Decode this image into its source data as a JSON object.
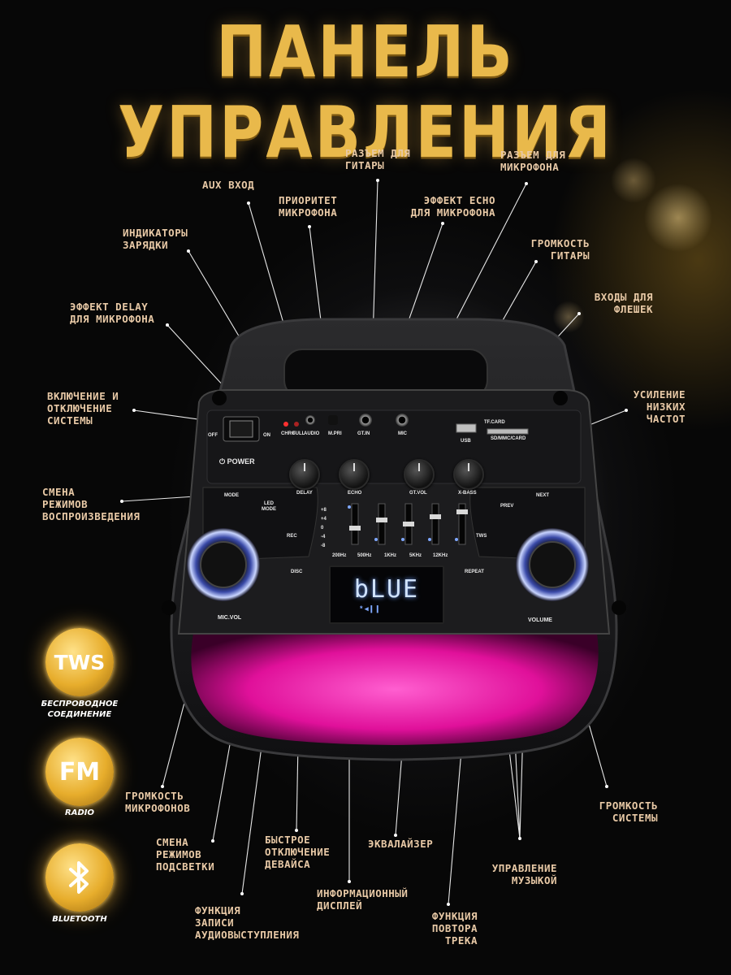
{
  "title": "ПАНЕЛЬ УПРАВЛЕНИЯ",
  "labels": {
    "guitar_jack": "РАЗЪЕМ ДЛЯ\nГИТАРЫ",
    "mic_jack": "РАЗЪЕМ ДЛЯ\nМИКРОФОНА",
    "aux_in": "AUX ВХОД",
    "mic_priority": "ПРИОРИТЕТ\nМИКРОФОНА",
    "echo_effect": "ЭФФЕКТ ECHO\nДЛЯ МИКРОФОНА",
    "charge_indicators": "ИНДИКАТОРЫ\nЗАРЯДКИ",
    "guitar_volume": "ГРОМКОСТЬ\nГИТАРЫ",
    "delay_effect": "ЭФФЕКТ DELAY\nДЛЯ МИКРОФОНА",
    "usb_inputs": "ВХОДЫ ДЛЯ\nФЛЕШЕК",
    "power_switch": "ВКЛЮЧЕНИЕ И\nОТКЛЮЧЕНИЕ\nСИСТЕМЫ",
    "bass_boost": "УСИЛЕНИЕ\nНИЗКИХ\nЧАСТОТ",
    "mode_change": "СМЕНА\nРЕЖИМОВ\nВОСПРОИЗВЕДЕНИЯ",
    "mic_volume": "ГРОМКОСТЬ\nМИКРОФОНОВ",
    "system_volume": "ГРОМКОСТЬ\nСИСТЕМЫ",
    "light_modes": "СМЕНА\nРЕЖИМОВ\nПОДСВЕТКИ",
    "quick_disconnect": "БЫСТРОЕ\nОТКЛЮЧЕНИЕ\nДЕВАЙСА",
    "equalizer": "ЭКВАЛАЙЗЕР",
    "music_control": "УПРАВЛЕНИЕ\nМУЗЫКОЙ",
    "info_display": "ИНФОРМАЦИОННЫЙ\nДИСПЛЕЙ",
    "record_function": "ФУНКЦИЯ\nЗАПИСИ\nАУДИОВЫСТУПЛЕНИЯ",
    "repeat_function": "ФУНКЦИЯ\nПОВТОРА\nТРЕКА"
  },
  "badges": [
    {
      "text": "TWS",
      "caption": "БЕСПРОВОДНОЕ\nСОЕДИНЕНИЕ",
      "icon": "tws-text"
    },
    {
      "text": "FM",
      "caption": "RADIO",
      "icon": "fm-text"
    },
    {
      "text": "",
      "caption": "BLUETOOTH",
      "icon": "bluetooth-icon"
    }
  ],
  "device": {
    "off": "OFF",
    "on": "ON",
    "power": "POWER",
    "chrg": "CHRG",
    "full": "FULL",
    "audio": "AUDIO",
    "mpri": "M.PRI",
    "gtin": "GT.IN",
    "mic": "MIC",
    "usb": "USB",
    "tfcard": "TF.CARD",
    "sdcard": "SD/MMC/CARD",
    "delay": "DELAY",
    "echo": "ECHO",
    "gtvol": "GT.VOL",
    "xbass": "X-BASS",
    "mode": "MODE",
    "ledmode": "LED\nMODE",
    "rec": "REC",
    "disc": "DISC",
    "prev": "PREV",
    "next": "NEXT",
    "tws": "TWS",
    "repeat": "REPEAT",
    "micvol": "MIC.VOL",
    "volume": "VOLUME",
    "eq_bands": [
      "200Hz",
      "500Hz",
      "1KHz",
      "5KHz",
      "12KHz"
    ],
    "eq_scale": [
      "+8",
      "+4",
      "0",
      "-4",
      "-8"
    ],
    "display_text": "bLUE",
    "display_glyphs": "* ◂❙❙"
  },
  "colors": {
    "gold": "#e9b94b",
    "label": "#e8c9a6",
    "led_pink": "#ff2fb0",
    "ring_blue": "#8ea8ff"
  }
}
